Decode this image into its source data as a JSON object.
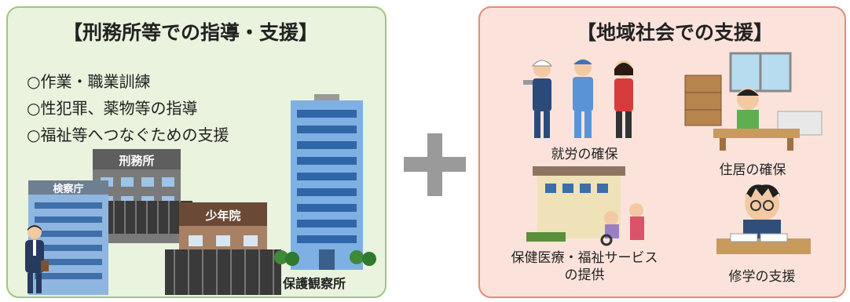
{
  "left_panel": {
    "title": "【刑務所等での指導・支援】",
    "items": [
      "○作業・職業訓練",
      "○性犯罪、薬物等の指導",
      "○福祉等へつなぐための支援"
    ],
    "buildings": {
      "prosecutor": "検察庁",
      "prison": "刑務所",
      "juvenile": "少年院",
      "probation": "保護観察所"
    },
    "colors": {
      "background": "#e9f3dd",
      "border": "#9cc97d"
    }
  },
  "connector": {
    "symbol": "+"
  },
  "right_panel": {
    "title": "【地域社会での支援】",
    "captions": {
      "employment": "就労の確保",
      "housing": "住居の確保",
      "welfare_line1": "保健医療・福祉サービス",
      "welfare_line2": "の提供",
      "study": "修学の支援"
    },
    "colors": {
      "background": "#fbe3db",
      "border": "#e58a76"
    }
  }
}
